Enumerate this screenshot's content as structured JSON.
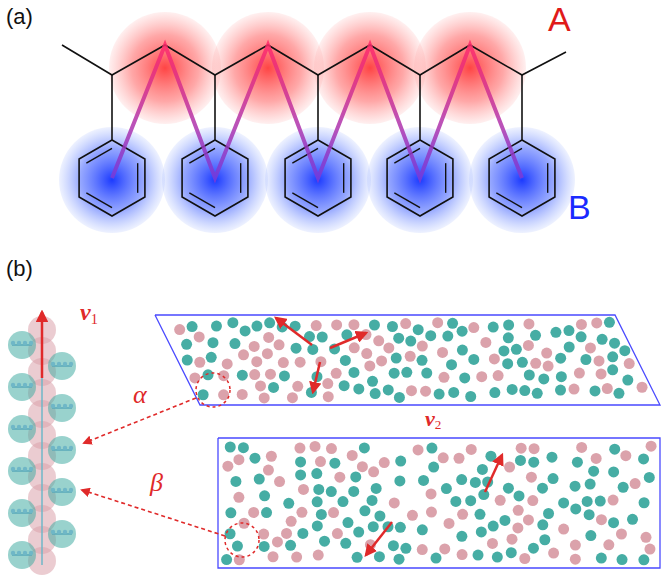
{
  "diagram": {
    "labels": [
      "(a)",
      "A",
      "B",
      "(b)",
      "v1",
      "α",
      "v2",
      "β"
    ]
  }
}
